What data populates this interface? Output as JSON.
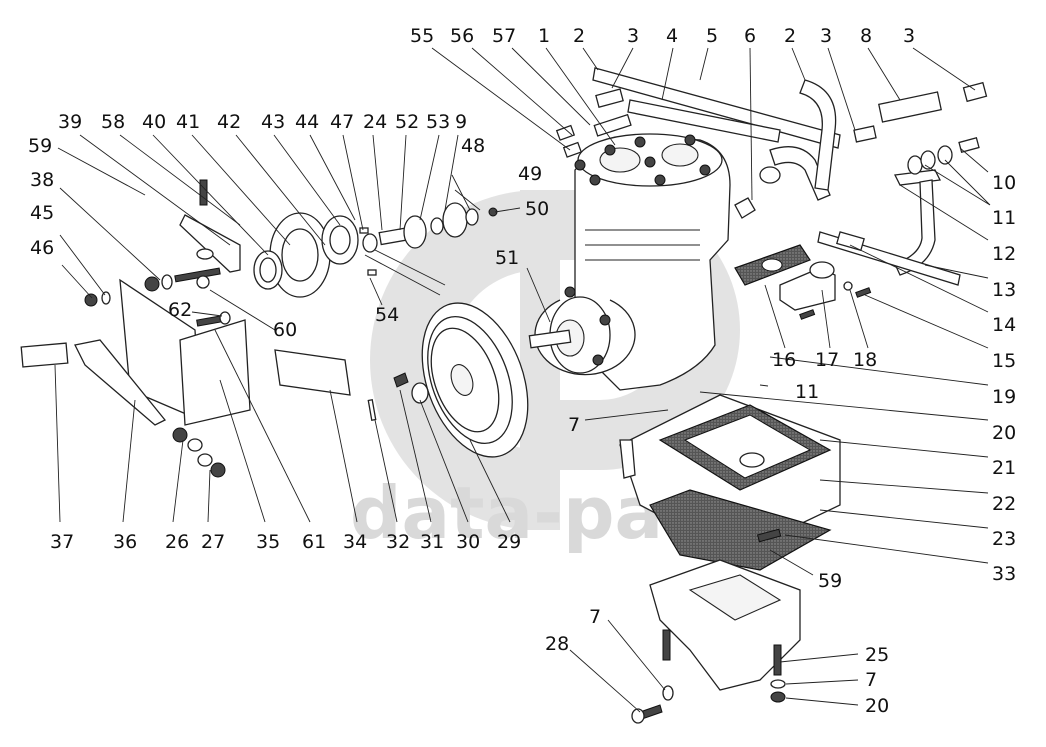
{
  "diagram": {
    "type": "exploded-parts-view",
    "subject": "Air compressor assembly",
    "watermark": {
      "logo": "data-parts-logo",
      "text": "data-parts"
    },
    "callouts": [
      {
        "id": "c55",
        "label": "55"
      },
      {
        "id": "c56",
        "label": "56"
      },
      {
        "id": "c57",
        "label": "57"
      },
      {
        "id": "c1",
        "label": "1"
      },
      {
        "id": "c2a",
        "label": "2"
      },
      {
        "id": "c3a",
        "label": "3"
      },
      {
        "id": "c4",
        "label": "4"
      },
      {
        "id": "c5",
        "label": "5"
      },
      {
        "id": "c6",
        "label": "6"
      },
      {
        "id": "c2b",
        "label": "2"
      },
      {
        "id": "c3b",
        "label": "3"
      },
      {
        "id": "c8",
        "label": "8"
      },
      {
        "id": "c3c",
        "label": "3"
      },
      {
        "id": "c39",
        "label": "39"
      },
      {
        "id": "c58",
        "label": "58"
      },
      {
        "id": "c40",
        "label": "40"
      },
      {
        "id": "c41",
        "label": "41"
      },
      {
        "id": "c42",
        "label": "42"
      },
      {
        "id": "c43",
        "label": "43"
      },
      {
        "id": "c44",
        "label": "44"
      },
      {
        "id": "c47",
        "label": "47"
      },
      {
        "id": "c24",
        "label": "24"
      },
      {
        "id": "c52",
        "label": "52"
      },
      {
        "id": "c53",
        "label": "53"
      },
      {
        "id": "c9",
        "label": "9"
      },
      {
        "id": "c59a",
        "label": "59"
      },
      {
        "id": "c48",
        "label": "48"
      },
      {
        "id": "c49",
        "label": "49"
      },
      {
        "id": "c50",
        "label": "50"
      },
      {
        "id": "c38",
        "label": "38"
      },
      {
        "id": "c45",
        "label": "45"
      },
      {
        "id": "c46",
        "label": "46"
      },
      {
        "id": "c51",
        "label": "51"
      },
      {
        "id": "c54",
        "label": "54"
      },
      {
        "id": "c60",
        "label": "60"
      },
      {
        "id": "c62",
        "label": "62"
      },
      {
        "id": "c10",
        "label": "10"
      },
      {
        "id": "c11a",
        "label": "11"
      },
      {
        "id": "c12",
        "label": "12"
      },
      {
        "id": "c13",
        "label": "13"
      },
      {
        "id": "c14",
        "label": "14"
      },
      {
        "id": "c15",
        "label": "15"
      },
      {
        "id": "c16",
        "label": "16"
      },
      {
        "id": "c17",
        "label": "17"
      },
      {
        "id": "c18",
        "label": "18"
      },
      {
        "id": "c19",
        "label": "19"
      },
      {
        "id": "c11b",
        "label": "11"
      },
      {
        "id": "c20a",
        "label": "20"
      },
      {
        "id": "c7a",
        "label": "7"
      },
      {
        "id": "c21",
        "label": "21"
      },
      {
        "id": "c22",
        "label": "22"
      },
      {
        "id": "c23",
        "label": "23"
      },
      {
        "id": "c33",
        "label": "33"
      },
      {
        "id": "c59b",
        "label": "59"
      },
      {
        "id": "c37",
        "label": "37"
      },
      {
        "id": "c36",
        "label": "36"
      },
      {
        "id": "c26",
        "label": "26"
      },
      {
        "id": "c27",
        "label": "27"
      },
      {
        "id": "c35",
        "label": "35"
      },
      {
        "id": "c61",
        "label": "61"
      },
      {
        "id": "c34",
        "label": "34"
      },
      {
        "id": "c32",
        "label": "32"
      },
      {
        "id": "c31",
        "label": "31"
      },
      {
        "id": "c30",
        "label": "30"
      },
      {
        "id": "c29",
        "label": "29"
      },
      {
        "id": "c28",
        "label": "28"
      },
      {
        "id": "c7b",
        "label": "7"
      },
      {
        "id": "c25",
        "label": "25"
      },
      {
        "id": "c7c",
        "label": "7"
      },
      {
        "id": "c20b",
        "label": "20"
      }
    ]
  }
}
